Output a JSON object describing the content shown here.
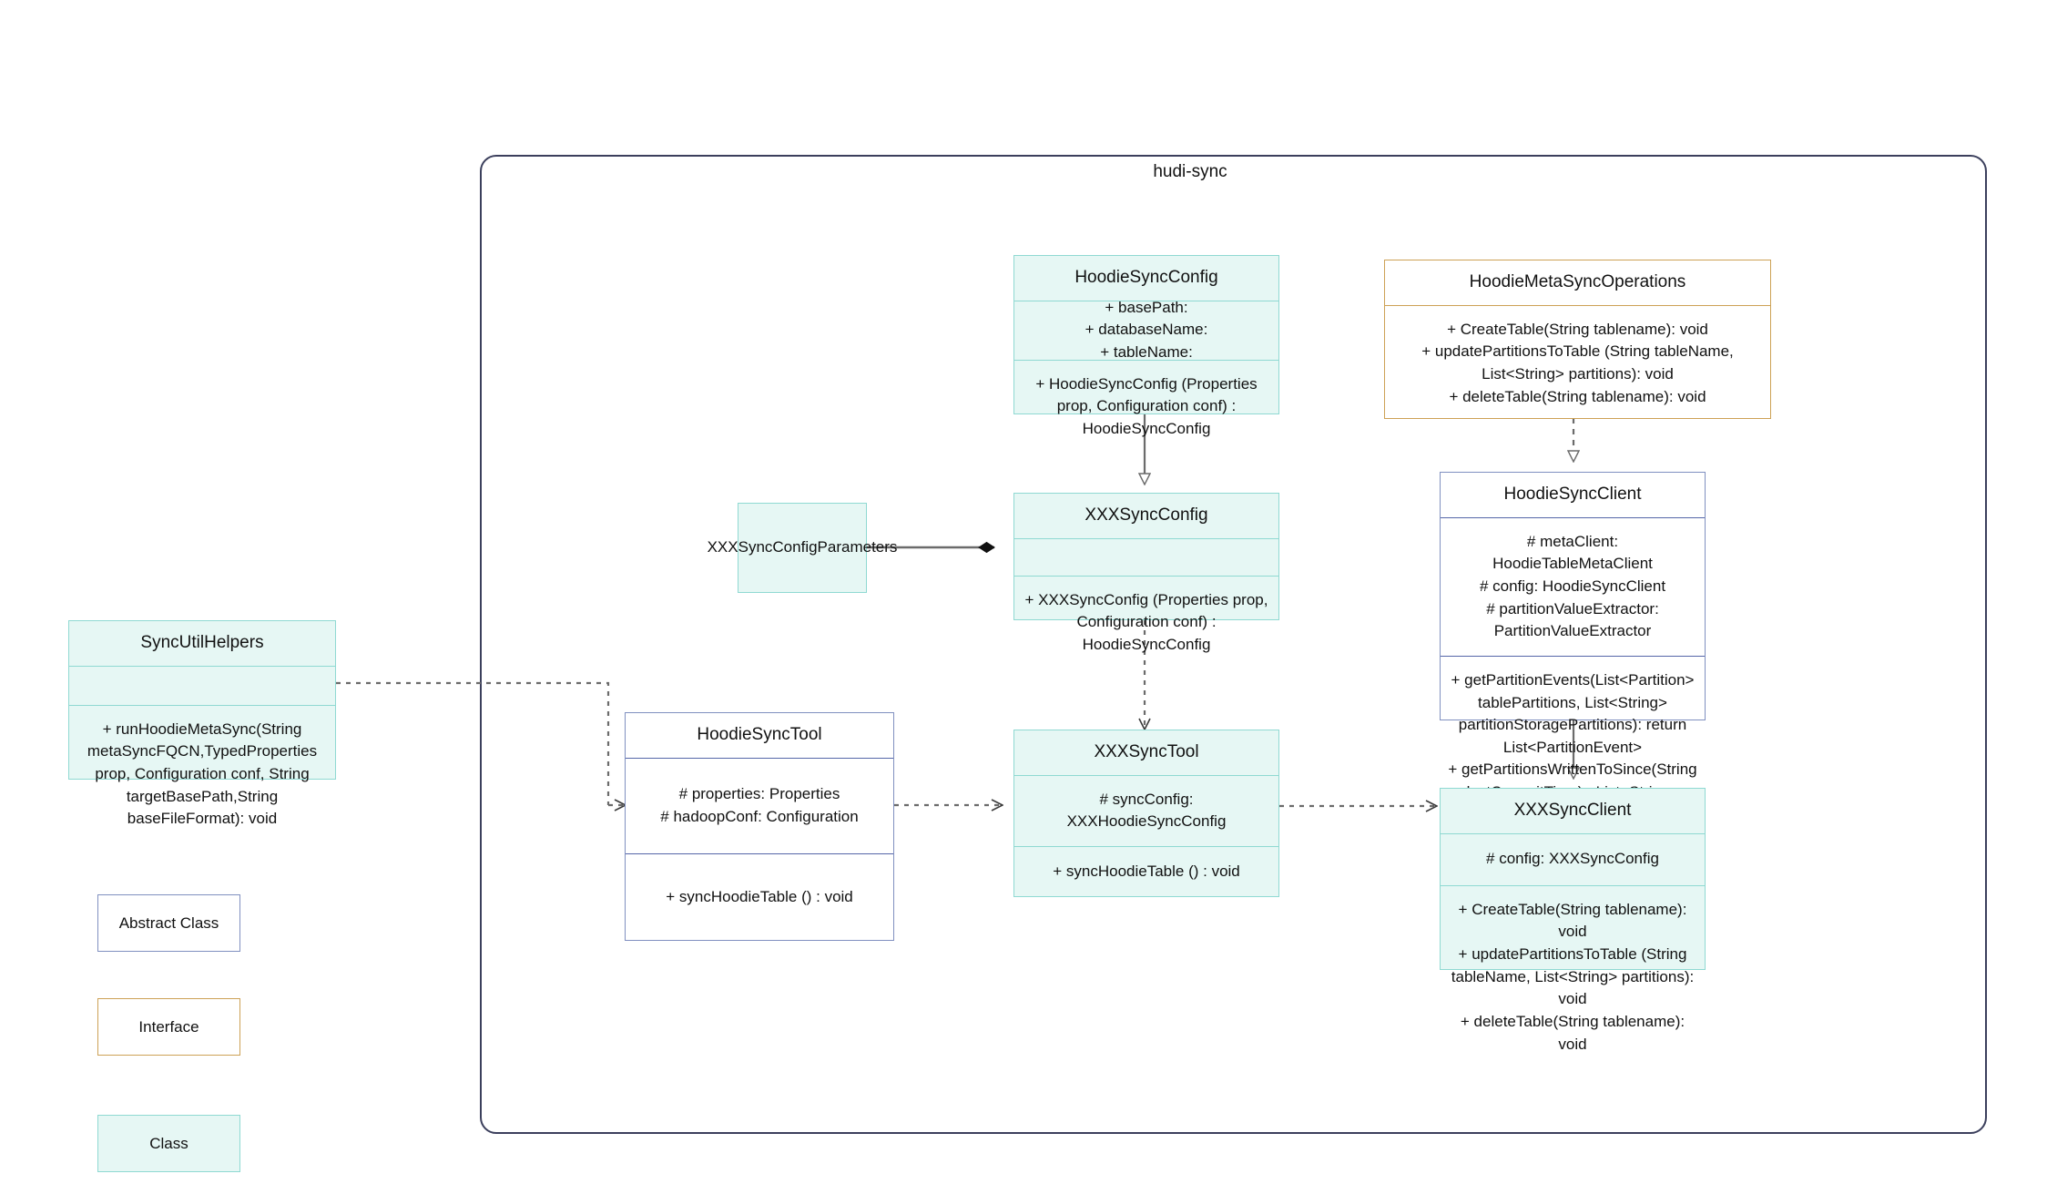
{
  "diagram": {
    "type": "uml-class-diagram",
    "package": {
      "title": "hudi-sync"
    },
    "colors": {
      "class_fill": "#e6f7f4",
      "class_border": "#8fd9d2",
      "interface_border": "#cda155",
      "abstract_border": "#8090c0",
      "package_border": "#3b3f5c",
      "connector": "#6b6b6b",
      "text": "#111111"
    },
    "legend": [
      {
        "key": "abstract",
        "label": "Abstract Class"
      },
      {
        "key": "interface",
        "label": "Interface"
      },
      {
        "key": "class",
        "label": "Class"
      }
    ],
    "nodes": [
      {
        "id": "HoodieSyncConfig",
        "stereotype": "class",
        "name": "HoodieSyncConfig",
        "attributes": "+    basePath:\n+   databaseName:\n+   tableName:",
        "operations": "+   HoodieSyncConfig (Properties prop, Configuration conf) : HoodieSyncConfig"
      },
      {
        "id": "HoodieMetaSyncOperations",
        "stereotype": "interface",
        "name": "HoodieMetaSyncOperations",
        "attributes": "",
        "operations": "+   CreateTable(String tablename): void\n+   updatePartitionsToTable (String tableName, List<String> partitions): void\n+   deleteTable(String tablename): void"
      },
      {
        "id": "HoodieSyncClient",
        "stereotype": "abstract",
        "name": "HoodieSyncClient",
        "attributes": "#   metaClient: HoodieTableMetaClient\n#   config: HoodieSyncClient\n#    partitionValueExtractor: PartitionValueExtractor",
        "operations": "+   getPartitionEvents(List<Partition> tablePartitions, List<String> partitionStoragePartitions): return List<PartitionEvent>\n+   getPartitionsWrittenToSince(String lastCommitTime) : List<String>"
      },
      {
        "id": "XXXSyncConfigParameters",
        "stereotype": "class",
        "name": "XXXSyncConfigParameters",
        "attributes": "",
        "operations": ""
      },
      {
        "id": "XXXSyncConfig",
        "stereotype": "class",
        "name": "XXXSyncConfig",
        "attributes": "",
        "operations": "+   XXXSyncConfig (Properties prop, Configuration conf) : HoodieSyncConfig"
      },
      {
        "id": "SyncUtilHelpers",
        "stereotype": "class",
        "name": "SyncUtilHelpers",
        "attributes": "",
        "operations": "+     runHoodieMetaSync(String metaSyncFQCN,TypedProperties prop, Configuration conf, String targetBasePath,String baseFileFormat): void"
      },
      {
        "id": "HoodieSyncTool",
        "stereotype": "abstract",
        "name": "HoodieSyncTool",
        "attributes": "#   properties: Properties\n#   hadoopConf: Configuration",
        "operations": "+   syncHoodieTable () : void"
      },
      {
        "id": "XXXSyncTool",
        "stereotype": "class",
        "name": "XXXSyncTool",
        "attributes": "#  syncConfig: XXXHoodieSyncConfig",
        "operations": "+   syncHoodieTable () : void"
      },
      {
        "id": "XXXSyncClient",
        "stereotype": "class",
        "name": "XXXSyncClient",
        "attributes": "#    config: XXXSyncConfig",
        "operations": "+   CreateTable(String tablename): void\n+    updatePartitionsToTable (String tableName, List<String> partitions): void\n+   deleteTable(String tablename): void"
      }
    ],
    "relations": [
      {
        "id": "gen-config",
        "from": "HoodieSyncConfig",
        "to": "XXXSyncConfig",
        "kind": "generalization"
      },
      {
        "id": "real-client",
        "from": "HoodieMetaSyncOperations",
        "to": "HoodieSyncClient",
        "kind": "realization"
      },
      {
        "id": "gen-client",
        "from": "HoodieSyncClient",
        "to": "XXXSyncClient",
        "kind": "generalization"
      },
      {
        "id": "comp-params",
        "from": "XXXSyncConfigParameters",
        "to": "XXXSyncConfig",
        "kind": "composition"
      },
      {
        "id": "dep-config-tool",
        "from": "XXXSyncConfig",
        "to": "XXXSyncTool",
        "kind": "dependency"
      },
      {
        "id": "dep-helpers-tool",
        "from": "SyncUtilHelpers",
        "to": "HoodieSyncTool",
        "kind": "dependency"
      },
      {
        "id": "dep-tool-xxxtool",
        "from": "HoodieSyncTool",
        "to": "XXXSyncTool",
        "kind": "dependency"
      },
      {
        "id": "dep-xxxtool-xxxclient",
        "from": "XXXSyncTool",
        "to": "XXXSyncClient",
        "kind": "dependency"
      }
    ]
  }
}
